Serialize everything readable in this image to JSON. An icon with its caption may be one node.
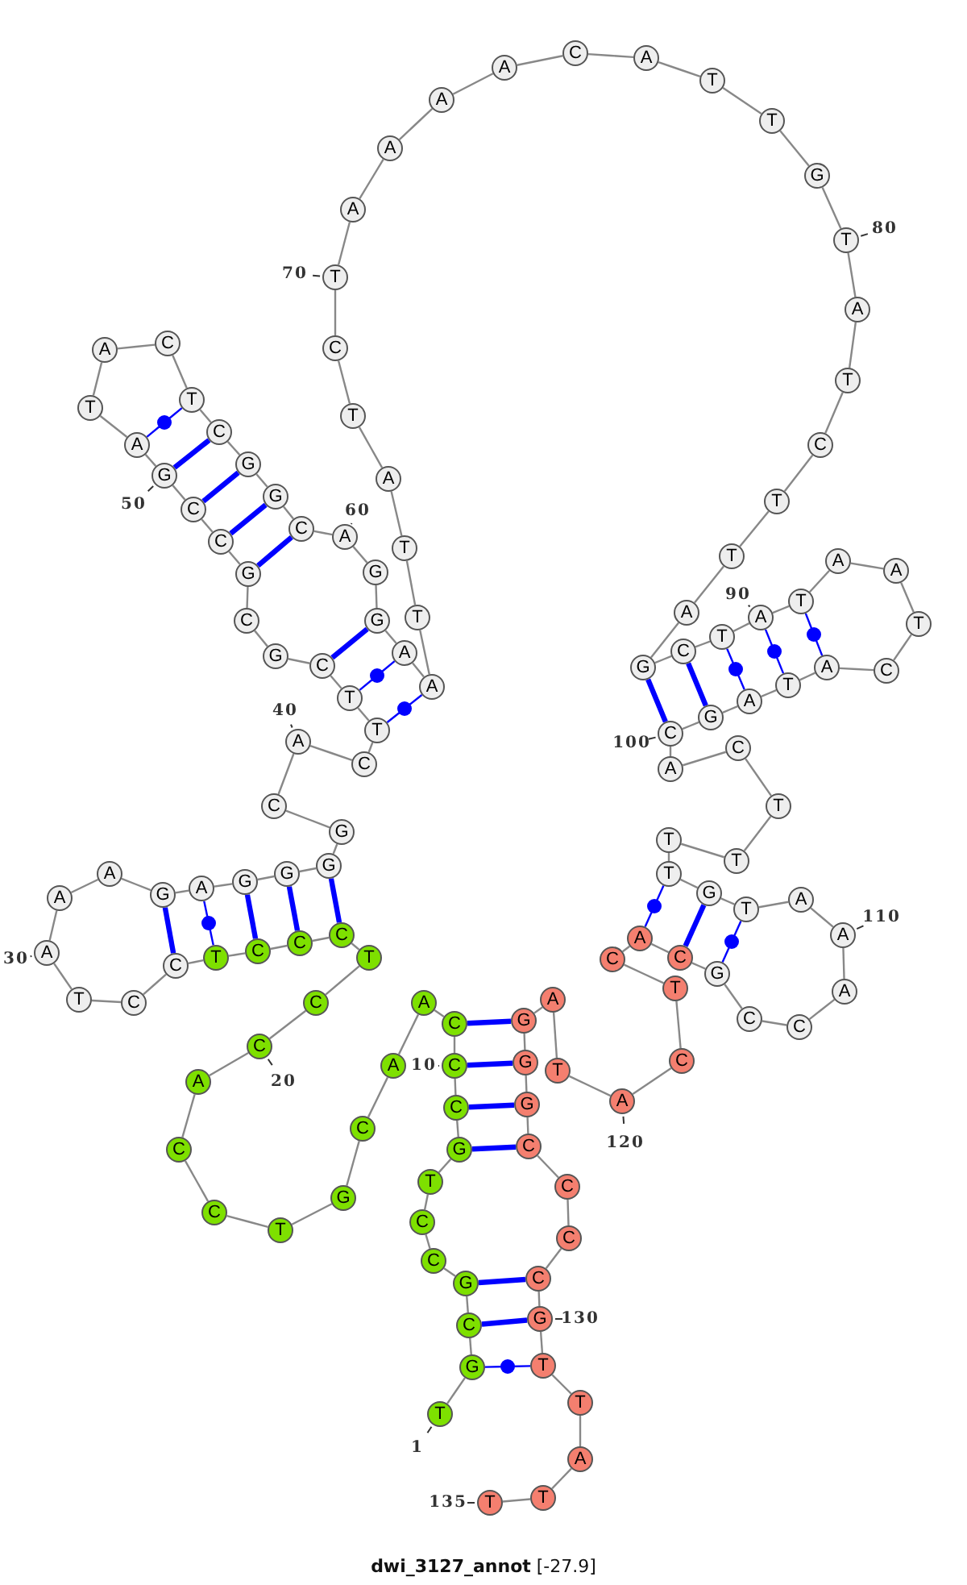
{
  "diagram": {
    "caption": "**dwi_3127_annot** [-27.9]",
    "nodes": [
      {
        "text": [
          "T"
        ],
        "beside": [
          "1"
        ]
      },
      {
        "text": [
          "G"
        ]
      },
      {
        "text": [
          "C"
        ]
      },
      {
        "text": [
          "G"
        ]
      },
      {
        "text": [
          "C"
        ]
      },
      {
        "text": [
          "C"
        ]
      },
      {
        "text": [
          "T"
        ]
      },
      {
        "text": [
          "G"
        ]
      },
      {
        "text": [
          "C"
        ]
      },
      {
        "text": [
          "C"
        ],
        "beside": [
          "10"
        ]
      },
      {
        "text": [
          "C"
        ]
      },
      {
        "text": [
          "A"
        ]
      },
      {
        "text": [
          "A"
        ]
      },
      {
        "text": [
          "C"
        ]
      },
      {
        "text": [
          "G"
        ]
      },
      {
        "text": [
          "T"
        ]
      },
      {
        "text": [
          "C"
        ]
      },
      {
        "text": [
          "C"
        ]
      },
      {
        "text": [
          "A"
        ]
      },
      {
        "text": [
          "C"
        ],
        "beside": [
          "20"
        ]
      },
      {
        "text": [
          "C"
        ]
      },
      {
        "text": [
          "T"
        ]
      },
      {
        "text": [
          "C"
        ]
      },
      {
        "text": [
          "C"
        ]
      },
      {
        "text": [
          "C"
        ]
      },
      {
        "text": [
          "T"
        ]
      },
      {
        "text": [
          "C"
        ]
      },
      {
        "text": [
          "C"
        ]
      },
      {
        "text": [
          "T"
        ]
      },
      {
        "text": [
          "A"
        ],
        "beside": [
          "30"
        ]
      },
      {
        "text": [
          "A"
        ]
      },
      {
        "text": [
          "A"
        ]
      },
      {
        "text": [
          "G"
        ]
      },
      {
        "text": [
          "A"
        ]
      },
      {
        "text": [
          "G"
        ]
      },
      {
        "text": [
          "G"
        ]
      },
      {
        "text": [
          "G"
        ]
      },
      {
        "text": [
          "G"
        ]
      },
      {
        "text": [
          "C"
        ]
      },
      {
        "text": [
          "A"
        ],
        "beside": [
          "40"
        ]
      },
      {
        "text": [
          "C"
        ]
      },
      {
        "text": [
          "T"
        ]
      },
      {
        "text": [
          "T"
        ]
      },
      {
        "text": [
          "C"
        ]
      },
      {
        "text": [
          "G"
        ]
      },
      {
        "text": [
          "C"
        ]
      },
      {
        "text": [
          "G"
        ]
      },
      {
        "text": [
          "C"
        ]
      },
      {
        "text": [
          "C"
        ]
      },
      {
        "text": [
          "G"
        ],
        "beside": [
          "50"
        ]
      },
      {
        "text": [
          "A"
        ]
      },
      {
        "text": [
          "T"
        ]
      },
      {
        "text": [
          "A"
        ]
      },
      {
        "text": [
          "C"
        ]
      },
      {
        "text": [
          "T"
        ]
      },
      {
        "text": [
          "C"
        ]
      },
      {
        "text": [
          "G"
        ]
      },
      {
        "text": [
          "G"
        ]
      },
      {
        "text": [
          "C"
        ]
      },
      {
        "text": [
          "A"
        ],
        "beside": [
          "60"
        ]
      },
      {
        "text": [
          "G"
        ]
      },
      {
        "text": [
          "G"
        ]
      },
      {
        "text": [
          "A"
        ]
      },
      {
        "text": [
          "A"
        ]
      },
      {
        "text": [
          "T"
        ]
      },
      {
        "text": [
          "T"
        ]
      },
      {
        "text": [
          "A"
        ]
      },
      {
        "text": [
          "T"
        ]
      },
      {
        "text": [
          "C"
        ]
      },
      {
        "text": [
          "T"
        ],
        "beside": [
          "70"
        ]
      },
      {
        "text": [
          "A"
        ]
      },
      {
        "text": [
          "A"
        ]
      },
      {
        "text": [
          "A"
        ]
      },
      {
        "text": [
          "A"
        ]
      },
      {
        "text": [
          "C"
        ]
      },
      {
        "text": [
          "A"
        ]
      },
      {
        "text": [
          "T"
        ]
      },
      {
        "text": [
          "T"
        ]
      },
      {
        "text": [
          "G"
        ]
      },
      {
        "text": [
          "T"
        ],
        "beside": [
          "80"
        ]
      },
      {
        "text": [
          "A"
        ]
      },
      {
        "text": [
          "T"
        ]
      },
      {
        "text": [
          "C"
        ]
      },
      {
        "text": [
          "T"
        ]
      },
      {
        "text": [
          "T"
        ]
      },
      {
        "text": [
          "A"
        ]
      },
      {
        "text": [
          "G"
        ]
      },
      {
        "text": [
          "C"
        ]
      },
      {
        "text": [
          "T"
        ]
      },
      {
        "text": [
          "A"
        ],
        "beside": [
          "90"
        ]
      },
      {
        "text": [
          "T"
        ]
      },
      {
        "text": [
          "A"
        ]
      },
      {
        "text": [
          "A"
        ]
      },
      {
        "text": [
          "T"
        ]
      },
      {
        "text": [
          "C"
        ]
      },
      {
        "text": [
          "A"
        ]
      },
      {
        "text": [
          "T"
        ]
      },
      {
        "text": [
          "A"
        ]
      },
      {
        "text": [
          "G"
        ]
      },
      {
        "text": [
          "C"
        ],
        "beside": [
          "100"
        ]
      },
      {
        "text": [
          "A"
        ]
      },
      {
        "text": [
          "C"
        ]
      },
      {
        "text": [
          "T"
        ]
      },
      {
        "text": [
          "T"
        ]
      },
      {
        "text": [
          "T"
        ]
      },
      {
        "text": [
          "T"
        ]
      },
      {
        "text": [
          "G"
        ]
      },
      {
        "text": [
          "T"
        ]
      },
      {
        "text": [
          "A"
        ]
      },
      {
        "text": [
          "A"
        ],
        "beside": [
          "110"
        ]
      },
      {
        "text": [
          "A"
        ]
      },
      {
        "text": [
          "C"
        ]
      },
      {
        "text": [
          "C"
        ]
      },
      {
        "text": [
          "G"
        ]
      },
      {
        "text": [
          "C"
        ]
      },
      {
        "text": [
          "A"
        ]
      },
      {
        "text": [
          "C"
        ]
      },
      {
        "text": [
          "T"
        ]
      },
      {
        "text": [
          "C"
        ]
      },
      {
        "text": [
          "A"
        ],
        "beside": [
          "120"
        ]
      },
      {
        "text": [
          "T"
        ]
      },
      {
        "text": [
          "A"
        ]
      },
      {
        "text": [
          "G"
        ]
      },
      {
        "text": [
          "G"
        ]
      },
      {
        "text": [
          "G"
        ]
      },
      {
        "text": [
          "C"
        ]
      },
      {
        "text": [
          "C"
        ]
      },
      {
        "text": [
          "C"
        ]
      },
      {
        "text": [
          "C"
        ]
      },
      {
        "text": [
          "G"
        ],
        "beside": [
          "130"
        ]
      },
      {
        "text": [
          "T"
        ]
      },
      {
        "text": [
          "T"
        ]
      },
      {
        "text": [
          "A"
        ]
      },
      {
        "text": [
          "T"
        ]
      },
      {
        "text": [
          "T"
        ],
        "beside": [
          "135"
        ]
      }
    ],
    "edges": [
      {
        "from": 0,
        "to": 1,
        "arrow": "none"
      },
      {
        "from": 1,
        "to": 2,
        "arrow": "none"
      },
      {
        "from": 2,
        "to": 3,
        "arrow": "none"
      },
      {
        "from": 3,
        "to": 4,
        "arrow": "none"
      },
      {
        "from": 4,
        "to": 5,
        "arrow": "none"
      },
      {
        "from": 5,
        "to": 6,
        "arrow": "none"
      },
      {
        "from": 6,
        "to": 7,
        "arrow": "none"
      },
      {
        "from": 7,
        "to": 8,
        "arrow": "none"
      },
      {
        "from": 8,
        "to": 9,
        "arrow": "none"
      },
      {
        "from": 9,
        "to": 10,
        "arrow": "none"
      },
      {
        "from": 10,
        "to": 11,
        "arrow": "none"
      },
      {
        "from": 11,
        "to": 12,
        "arrow": "none"
      },
      {
        "from": 12,
        "to": 13,
        "arrow": "none"
      },
      {
        "from": 13,
        "to": 14,
        "arrow": "none"
      },
      {
        "from": 14,
        "to": 15,
        "arrow": "none"
      },
      {
        "from": 15,
        "to": 16,
        "arrow": "none"
      },
      {
        "from": 16,
        "to": 17,
        "arrow": "none"
      },
      {
        "from": 17,
        "to": 18,
        "arrow": "none"
      },
      {
        "from": 18,
        "to": 19,
        "arrow": "none"
      },
      {
        "from": 19,
        "to": 20,
        "arrow": "none"
      },
      {
        "from": 20,
        "to": 21,
        "arrow": "none"
      },
      {
        "from": 21,
        "to": 22,
        "arrow": "none"
      },
      {
        "from": 22,
        "to": 23,
        "arrow": "none"
      },
      {
        "from": 23,
        "to": 24,
        "arrow": "none"
      },
      {
        "from": 24,
        "to": 25,
        "arrow": "none"
      },
      {
        "from": 25,
        "to": 26,
        "arrow": "none"
      },
      {
        "from": 26,
        "to": 27,
        "arrow": "none"
      },
      {
        "from": 27,
        "to": 28,
        "arrow": "none"
      },
      {
        "from": 28,
        "to": 29,
        "arrow": "none"
      },
      {
        "from": 29,
        "to": 30,
        "arrow": "none"
      },
      {
        "from": 30,
        "to": 31,
        "arrow": "none"
      },
      {
        "from": 31,
        "to": 32,
        "arrow": "none"
      },
      {
        "from": 32,
        "to": 33,
        "arrow": "none"
      },
      {
        "from": 33,
        "to": 34,
        "arrow": "none"
      },
      {
        "from": 34,
        "to": 35,
        "arrow": "none"
      },
      {
        "from": 35,
        "to": 36,
        "arrow": "none"
      },
      {
        "from": 36,
        "to": 37,
        "arrow": "none"
      },
      {
        "from": 37,
        "to": 38,
        "arrow": "none"
      },
      {
        "from": 38,
        "to": 39,
        "arrow": "none"
      },
      {
        "from": 39,
        "to": 40,
        "arrow": "none"
      },
      {
        "from": 40,
        "to": 41,
        "arrow": "none"
      },
      {
        "from": 41,
        "to": 42,
        "arrow": "none"
      },
      {
        "from": 42,
        "to": 43,
        "arrow": "none"
      },
      {
        "from": 43,
        "to": 44,
        "arrow": "none"
      },
      {
        "from": 44,
        "to": 45,
        "arrow": "none"
      },
      {
        "from": 45,
        "to": 46,
        "arrow": "none"
      },
      {
        "from": 46,
        "to": 47,
        "arrow": "none"
      },
      {
        "from": 47,
        "to": 48,
        "arrow": "none"
      },
      {
        "from": 48,
        "to": 49,
        "arrow": "none"
      },
      {
        "from": 49,
        "to": 50,
        "arrow": "none"
      },
      {
        "from": 50,
        "to": 51,
        "arrow": "none"
      },
      {
        "from": 51,
        "to": 52,
        "arrow": "none"
      },
      {
        "from": 52,
        "to": 53,
        "arrow": "none"
      },
      {
        "from": 53,
        "to": 54,
        "arrow": "none"
      },
      {
        "from": 54,
        "to": 55,
        "arrow": "none"
      },
      {
        "from": 55,
        "to": 56,
        "arrow": "none"
      },
      {
        "from": 56,
        "to": 57,
        "arrow": "none"
      },
      {
        "from": 57,
        "to": 58,
        "arrow": "none"
      },
      {
        "from": 58,
        "to": 59,
        "arrow": "none"
      },
      {
        "from": 59,
        "to": 60,
        "arrow": "none"
      },
      {
        "from": 60,
        "to": 61,
        "arrow": "none"
      },
      {
        "from": 61,
        "to": 62,
        "arrow": "none"
      },
      {
        "from": 62,
        "to": 63,
        "arrow": "none"
      },
      {
        "from": 63,
        "to": 64,
        "arrow": "none"
      },
      {
        "from": 64,
        "to": 65,
        "arrow": "none"
      },
      {
        "from": 65,
        "to": 66,
        "arrow": "none"
      },
      {
        "from": 66,
        "to": 67,
        "arrow": "none"
      },
      {
        "from": 67,
        "to": 68,
        "arrow": "none"
      },
      {
        "from": 68,
        "to": 69,
        "arrow": "none"
      },
      {
        "from": 69,
        "to": 70,
        "arrow": "none"
      },
      {
        "from": 70,
        "to": 71,
        "arrow": "none"
      },
      {
        "from": 71,
        "to": 72,
        "arrow": "none"
      },
      {
        "from": 72,
        "to": 73,
        "arrow": "none"
      },
      {
        "from": 73,
        "to": 74,
        "arrow": "none"
      },
      {
        "from": 74,
        "to": 75,
        "arrow": "none"
      },
      {
        "from": 75,
        "to": 76,
        "arrow": "none"
      },
      {
        "from": 76,
        "to": 77,
        "arrow": "none"
      },
      {
        "from": 77,
        "to": 78,
        "arrow": "none"
      },
      {
        "from": 78,
        "to": 79,
        "arrow": "none"
      },
      {
        "from": 79,
        "to": 80,
        "arrow": "none"
      },
      {
        "from": 80,
        "to": 81,
        "arrow": "none"
      },
      {
        "from": 81,
        "to": 82,
        "arrow": "none"
      },
      {
        "from": 82,
        "to": 83,
        "arrow": "none"
      },
      {
        "from": 83,
        "to": 84,
        "arrow": "none"
      },
      {
        "from": 84,
        "to": 85,
        "arrow": "none"
      },
      {
        "from": 85,
        "to": 86,
        "arrow": "none"
      },
      {
        "from": 86,
        "to": 87,
        "arrow": "none"
      },
      {
        "from": 87,
        "to": 88,
        "arrow": "none"
      },
      {
        "from": 88,
        "to": 89,
        "arrow": "none"
      },
      {
        "from": 89,
        "to": 90,
        "arrow": "none"
      },
      {
        "from": 90,
        "to": 91,
        "arrow": "none"
      },
      {
        "from": 91,
        "to": 92,
        "arrow": "none"
      },
      {
        "from": 92,
        "to": 93,
        "arrow": "none"
      },
      {
        "from": 93,
        "to": 94,
        "arrow": "none"
      },
      {
        "from": 94,
        "to": 95,
        "arrow": "none"
      },
      {
        "from": 95,
        "to": 96,
        "arrow": "none"
      },
      {
        "from": 96,
        "to": 97,
        "arrow": "none"
      },
      {
        "from": 97,
        "to": 98,
        "arrow": "none"
      },
      {
        "from": 98,
        "to": 99,
        "arrow": "none"
      },
      {
        "from": 99,
        "to": 100,
        "arrow": "none"
      },
      {
        "from": 100,
        "to": 101,
        "arrow": "none"
      },
      {
        "from": 101,
        "to": 102,
        "arrow": "none"
      },
      {
        "from": 102,
        "to": 103,
        "arrow": "none"
      },
      {
        "from": 103,
        "to": 104,
        "arrow": "none"
      },
      {
        "from": 104,
        "to": 105,
        "arrow": "none"
      },
      {
        "from": 105,
        "to": 106,
        "arrow": "none"
      },
      {
        "from": 106,
        "to": 107,
        "arrow": "none"
      },
      {
        "from": 107,
        "to": 108,
        "arrow": "none"
      },
      {
        "from": 108,
        "to": 109,
        "arrow": "none"
      },
      {
        "from": 109,
        "to": 110,
        "arrow": "none"
      },
      {
        "from": 110,
        "to": 111,
        "arrow": "none"
      },
      {
        "from": 111,
        "to": 112,
        "arrow": "none"
      },
      {
        "from": 112,
        "to": 113,
        "arrow": "none"
      },
      {
        "from": 113,
        "to": 114,
        "arrow": "none"
      },
      {
        "from": 114,
        "to": 115,
        "arrow": "none"
      },
      {
        "from": 115,
        "to": 116,
        "arrow": "none"
      },
      {
        "from": 116,
        "to": 117,
        "arrow": "none"
      },
      {
        "from": 117,
        "to": 118,
        "arrow": "none"
      },
      {
        "from": 118,
        "to": 119,
        "arrow": "none"
      },
      {
        "from": 119,
        "to": 120,
        "arrow": "none"
      },
      {
        "from": 120,
        "to": 121,
        "arrow": "none"
      },
      {
        "from": 121,
        "to": 122,
        "arrow": "none"
      },
      {
        "from": 122,
        "to": 123,
        "arrow": "none"
      },
      {
        "from": 123,
        "to": 124,
        "arrow": "none"
      },
      {
        "from": 124,
        "to": 125,
        "arrow": "none"
      },
      {
        "from": 125,
        "to": 126,
        "arrow": "none"
      },
      {
        "from": 126,
        "to": 127,
        "arrow": "none"
      },
      {
        "from": 127,
        "to": 128,
        "arrow": "none"
      },
      {
        "from": 128,
        "to": 129,
        "arrow": "none"
      },
      {
        "from": 129,
        "to": 130,
        "arrow": "none"
      },
      {
        "from": 130,
        "to": 131,
        "arrow": "none"
      },
      {
        "from": 131,
        "to": 132,
        "arrow": "none"
      },
      {
        "from": 132,
        "to": 133,
        "arrow": "none"
      },
      {
        "from": 133,
        "to": 134,
        "arrow": "none"
      },
      {
        "from": 1,
        "to": 130,
        "arrow": "none",
        "color": "#0000ff"
      },
      {
        "from": 2,
        "to": 129,
        "arrow": "none",
        "style": "thick",
        "color": "#0000ff"
      },
      {
        "from": 3,
        "to": 128,
        "arrow": "none",
        "style": "thick",
        "color": "#0000ff"
      },
      {
        "from": 7,
        "to": 125,
        "arrow": "none",
        "style": "thick",
        "color": "#0000ff"
      },
      {
        "from": 8,
        "to": 124,
        "arrow": "none",
        "style": "thick",
        "color": "#0000ff"
      },
      {
        "from": 9,
        "to": 123,
        "arrow": "none",
        "style": "thick",
        "color": "#0000ff"
      },
      {
        "from": 10,
        "to": 122,
        "arrow": "none",
        "style": "thick",
        "color": "#0000ff"
      },
      {
        "from": 22,
        "to": 36,
        "arrow": "none",
        "style": "thick",
        "color": "#0000ff"
      },
      {
        "from": 23,
        "to": 35,
        "arrow": "none",
        "style": "thick",
        "color": "#0000ff"
      },
      {
        "from": 24,
        "to": 34,
        "arrow": "none",
        "style": "thick",
        "color": "#0000ff"
      },
      {
        "from": 25,
        "to": 33,
        "arrow": "none",
        "color": "#0000ff"
      },
      {
        "from": 26,
        "to": 32,
        "arrow": "none",
        "style": "thick",
        "color": "#0000ff"
      },
      {
        "from": 41,
        "to": 63,
        "arrow": "none",
        "color": "#0000ff"
      },
      {
        "from": 42,
        "to": 62,
        "arrow": "none",
        "color": "#0000ff"
      },
      {
        "from": 43,
        "to": 61,
        "arrow": "none",
        "style": "thick",
        "color": "#0000ff"
      },
      {
        "from": 46,
        "to": 58,
        "arrow": "none",
        "style": "thick",
        "color": "#0000ff"
      },
      {
        "from": 47,
        "to": 57,
        "arrow": "none",
        "style": "thick",
        "color": "#0000ff"
      },
      {
        "from": 48,
        "to": 56,
        "arrow": "none",
        "style": "thick",
        "color": "#0000ff"
      },
      {
        "from": 49,
        "to": 55,
        "arrow": "none",
        "style": "thick",
        "color": "#0000ff"
      },
      {
        "from": 50,
        "to": 54,
        "arrow": "none",
        "color": "#0000ff"
      },
      {
        "from": 86,
        "to": 99,
        "arrow": "none",
        "style": "thick",
        "color": "#0000ff"
      },
      {
        "from": 87,
        "to": 98,
        "arrow": "none",
        "style": "thick",
        "color": "#0000ff"
      },
      {
        "from": 88,
        "to": 97,
        "arrow": "none",
        "color": "#0000ff"
      },
      {
        "from": 89,
        "to": 96,
        "arrow": "none",
        "color": "#0000ff"
      },
      {
        "from": 90,
        "to": 95,
        "arrow": "none",
        "color": "#0000ff"
      },
      {
        "from": 105,
        "to": 115,
        "arrow": "none",
        "color": "#0000ff"
      },
      {
        "from": 106,
        "to": 114,
        "arrow": "none",
        "style": "thick",
        "color": "#0000ff"
      },
      {
        "from": 107,
        "to": 113,
        "arrow": "none",
        "color": "#0000ff"
      }
    ]
  }
}
